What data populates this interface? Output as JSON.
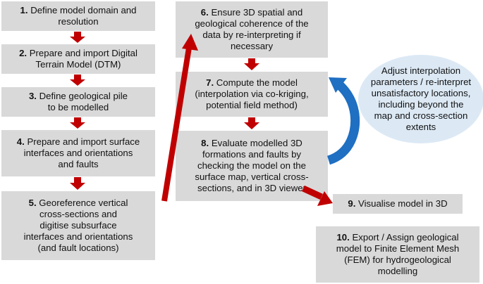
{
  "steps": [
    {
      "num": "1.",
      "text": "Define model domain and\nresolution"
    },
    {
      "num": "2.",
      "text": "Prepare and import Digital\nTerrain Model (DTM)"
    },
    {
      "num": "3.",
      "text": "Define geological pile\nto be modelled"
    },
    {
      "num": "4.",
      "text": "Prepare and import surface\ninterfaces and orientations\nand faults"
    },
    {
      "num": "5.",
      "text": "Georeference vertical\ncross-sections and\ndigitise subsurface\ninterfaces and orientations\n(and fault locations)"
    },
    {
      "num": "6.",
      "text": "Ensure 3D spatial and\ngeological coherence of the\ndata by re-interpreting if\nnecessary"
    },
    {
      "num": "7.",
      "text": "Compute the model\n(interpolation via co-kriging,\npotential field method)"
    },
    {
      "num": "8.",
      "text": "Evaluate modelled 3D\nformations and faults by\nchecking the model on the\nsurface map, vertical cross-\nsections, and in 3D viewer"
    },
    {
      "num": "9.",
      "text": "Visualise model in 3D"
    },
    {
      "num": "10.",
      "text": "Export / Assign geological\nmodel to Finite Element Mesh\n(FEM) for hydrogeological\nmodelling"
    }
  ],
  "feedback": {
    "text": "Adjust interpolation\nparameters / re-interpret\nunsatisfactory locations,\nincluding beyond the\nmap and cross-section\nextents"
  },
  "colors": {
    "box_fill": "#d9d9d9",
    "arrow_red": "#c00000",
    "feedback_blue": "#1f6fc2",
    "ellipse_fill": "#dce9f5"
  }
}
